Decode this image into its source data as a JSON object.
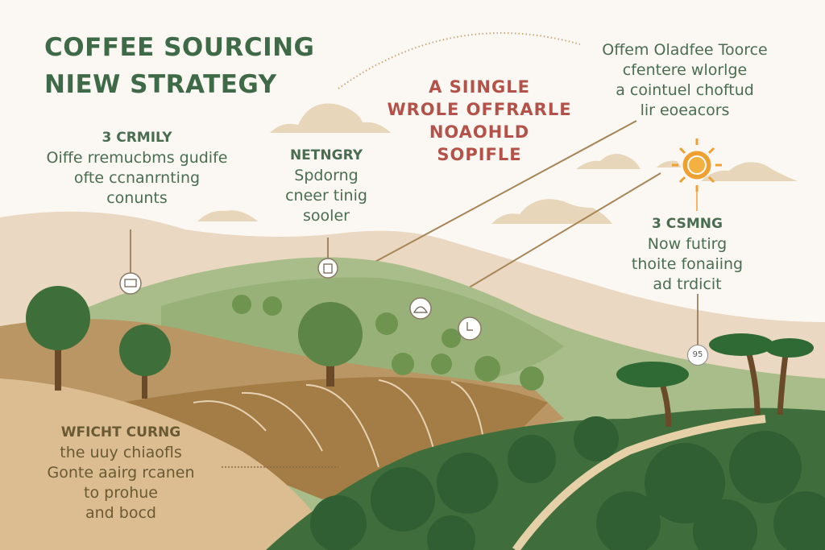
{
  "title": {
    "line1": "COFFEE SOURCING",
    "line2": "NIEW STRATEGY"
  },
  "left_block": {
    "heading": "3 CRMILY",
    "lines": [
      "Oiffe rremucbms gudife",
      "ofte ccnanrnting",
      "conunts"
    ]
  },
  "middle_block": {
    "heading": "NETNGRY",
    "lines": [
      "Spdorng",
      "cneer tinig",
      "sooler"
    ]
  },
  "red_block": {
    "lines": [
      "A SIINGLE",
      "WROLE  OFFRARLE",
      "NOAOHLD",
      "SOPIFLE"
    ]
  },
  "top_right_block": {
    "lines": [
      "Offem Oladfee Toorce",
      "cfentere wlorlge",
      "a cointuel choftud",
      "lir eoeacors"
    ]
  },
  "right_block": {
    "heading": "3 CSMNG",
    "lines": [
      "Now futirg",
      "thoite fonaiing",
      "ad trdicit"
    ]
  },
  "bottom_left_block": {
    "heading": "WFICHT CURNG",
    "lines": [
      "the uuy chiaofls",
      "Gonte aairg rcanen",
      "to prohue",
      "and bocd"
    ]
  },
  "badge": {
    "value": "95"
  },
  "colors": {
    "title_green": "#3f6a48",
    "accent_red": "#b4524a",
    "sun": "#f0a030",
    "earth": "#d8b78a"
  }
}
